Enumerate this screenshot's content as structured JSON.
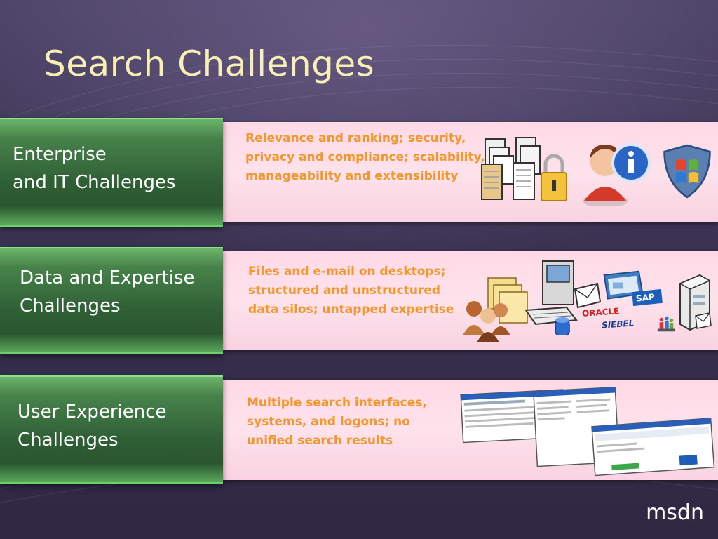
{
  "slide": {
    "title": "Search Challenges",
    "rows": [
      {
        "label": "Enterprise\nand IT Challenges",
        "description": "Relevance and ranking; security,\nprivacy and compliance; scalability,\nmanageability and extensibility"
      },
      {
        "label": "Data and Expertise\nChallenges",
        "description": "Files and e-mail on desktops;\nstructured and unstructured\ndata silos; untapped expertise"
      },
      {
        "label": "User Experience\nChallenges",
        "description": "Multiple search interfaces,\nsystems, and logons; no\nunified search results"
      }
    ],
    "logos": {
      "oracle": "ORACLE",
      "siebel": "SIEBEL",
      "sap": "SAP"
    },
    "footer_logo": "msdn"
  },
  "colors": {
    "title": "#f7efb4",
    "description": "#f3962c",
    "label_green": "#2f5f35",
    "panel_pink": "#fde2ec"
  }
}
